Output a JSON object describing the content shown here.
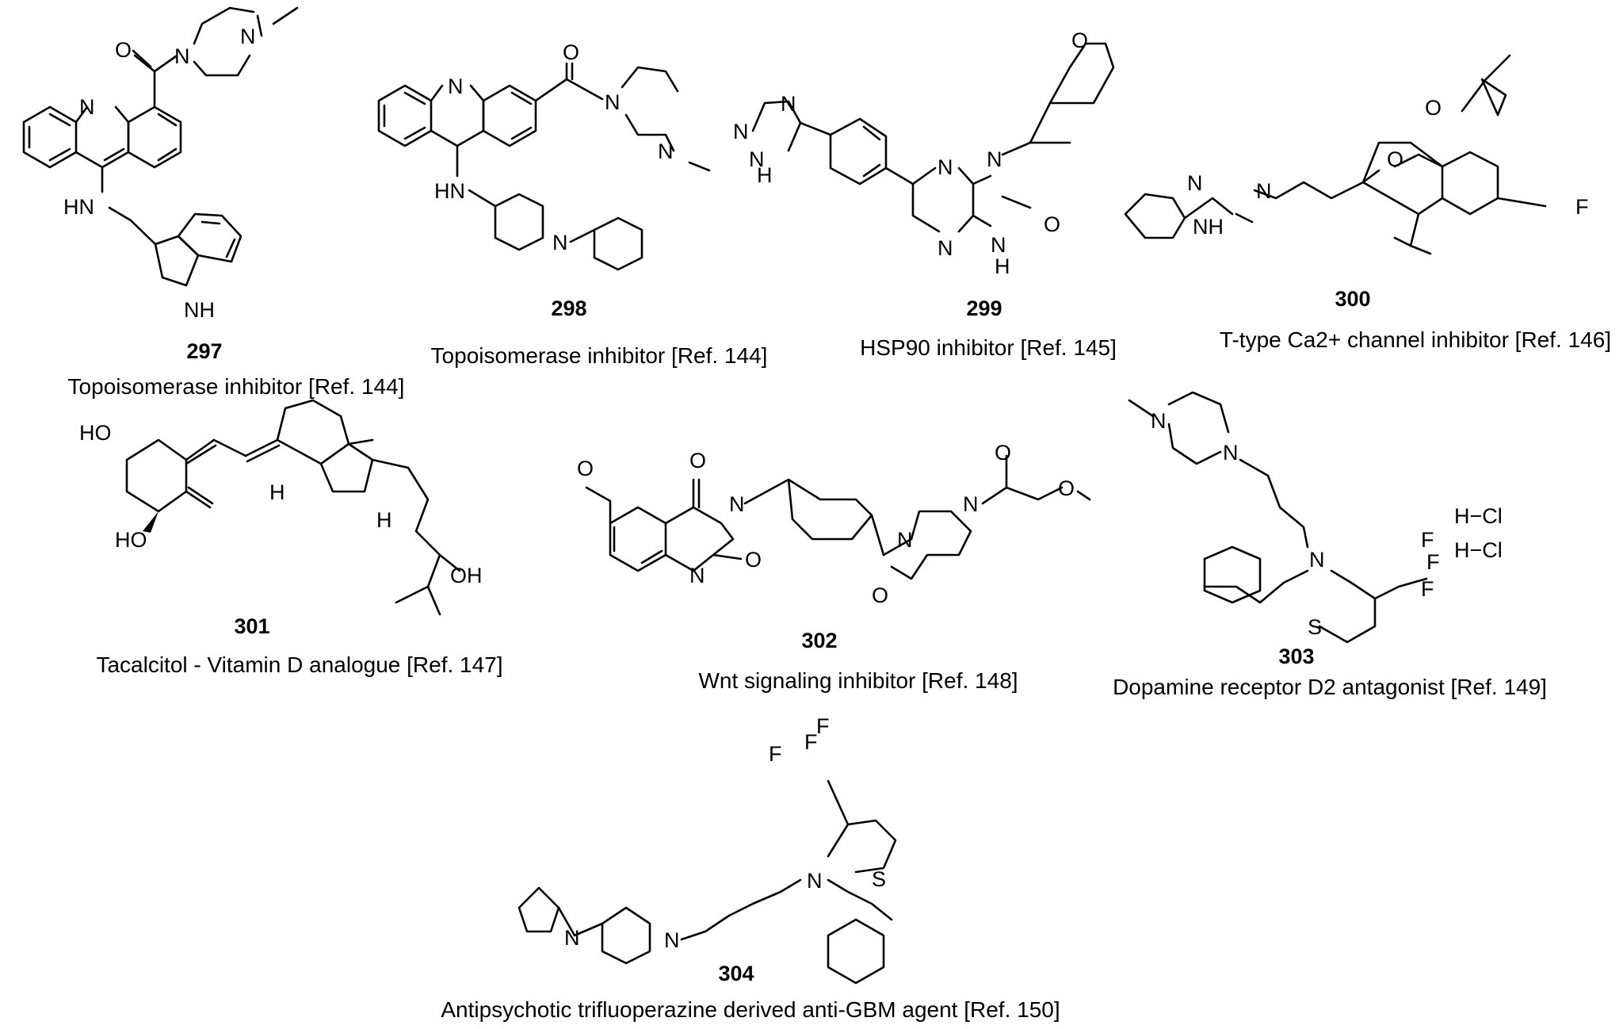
{
  "compounds": [
    {
      "id": "297",
      "caption": "Topoisomerase  inhibitor [Ref. 144]"
    },
    {
      "id": "298",
      "caption": "Topoisomerase  inhibitor [Ref. 144]"
    },
    {
      "id": "299",
      "caption": "HSP90 inhibitor [Ref. 145]"
    },
    {
      "id": "300",
      "caption": "T-type  Ca2+ channel inhibitor [Ref. 146]"
    },
    {
      "id": "301",
      "caption": "Tacalcitol  - Vitamin D analogue [Ref. 147]"
    },
    {
      "id": "302",
      "caption": "Wnt signaling inhibitor [Ref. 148]"
    },
    {
      "id": "303",
      "caption": "Dopamine receptor D2 antagonist [Ref. 149]"
    },
    {
      "id": "304",
      "caption": "Antipsychotic trifluoperazine derived anti-GBM agent [Ref. 150]"
    }
  ],
  "atom_labels": {
    "n": "N",
    "o": "O",
    "s": "S",
    "f": "F",
    "nh": "NH",
    "hn": "HN",
    "h": "H",
    "ho": "HO",
    "oh": "OH",
    "hcl": "H−Cl"
  }
}
